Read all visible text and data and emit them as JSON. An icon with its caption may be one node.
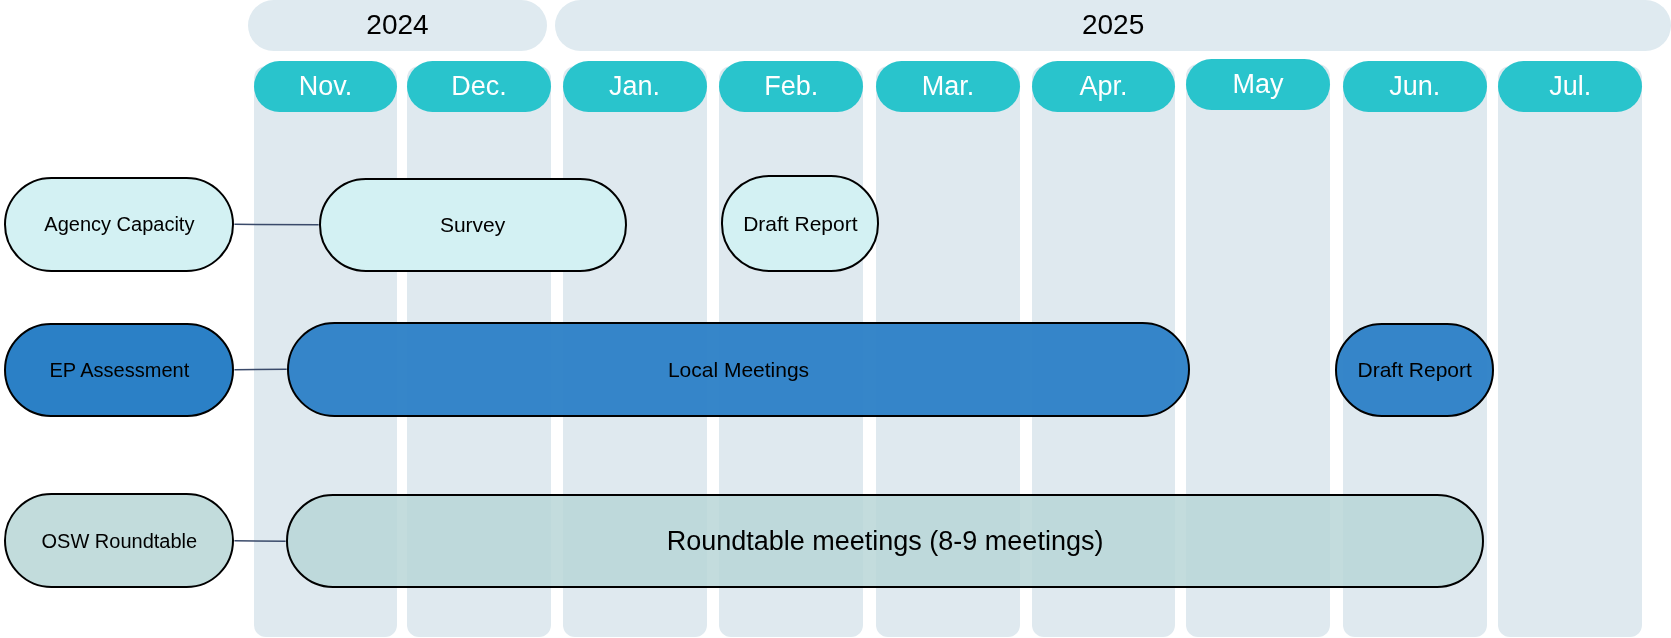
{
  "diagram": {
    "nodes": [
      {
        "text": [
          "2024"
        ]
      },
      {
        "text": [
          "2025"
        ]
      },
      {
        "text": [
          "Nov."
        ]
      },
      {
        "text": [
          "Dec."
        ]
      },
      {
        "text": [
          "Jan."
        ]
      },
      {
        "text": [
          "Feb."
        ]
      },
      {
        "text": [
          "Mar."
        ]
      },
      {
        "text": [
          "Apr."
        ]
      },
      {
        "text": [
          "May"
        ]
      },
      {
        "text": [
          "Jun."
        ]
      },
      {
        "text": [
          "Jul."
        ]
      },
      {
        "text": [
          "Agency Capacity"
        ]
      },
      {
        "text": [
          "Survey"
        ]
      },
      {
        "text": [
          "Draft Report"
        ]
      },
      {
        "text": [
          "EP Assessment"
        ]
      },
      {
        "text": [
          "Local Meetings"
        ]
      },
      {
        "text": [
          "Draft Report"
        ]
      },
      {
        "text": [
          "OSW Roundtable"
        ]
      },
      {
        "text": [
          "Roundtable meetings (8-9 meetings)"
        ]
      }
    ],
    "edges": [
      {
        "from": 11,
        "to": 12,
        "arrow": "none"
      },
      {
        "from": 14,
        "to": 15,
        "arrow": "none"
      },
      {
        "from": 17,
        "to": 18,
        "arrow": "none"
      }
    ]
  }
}
